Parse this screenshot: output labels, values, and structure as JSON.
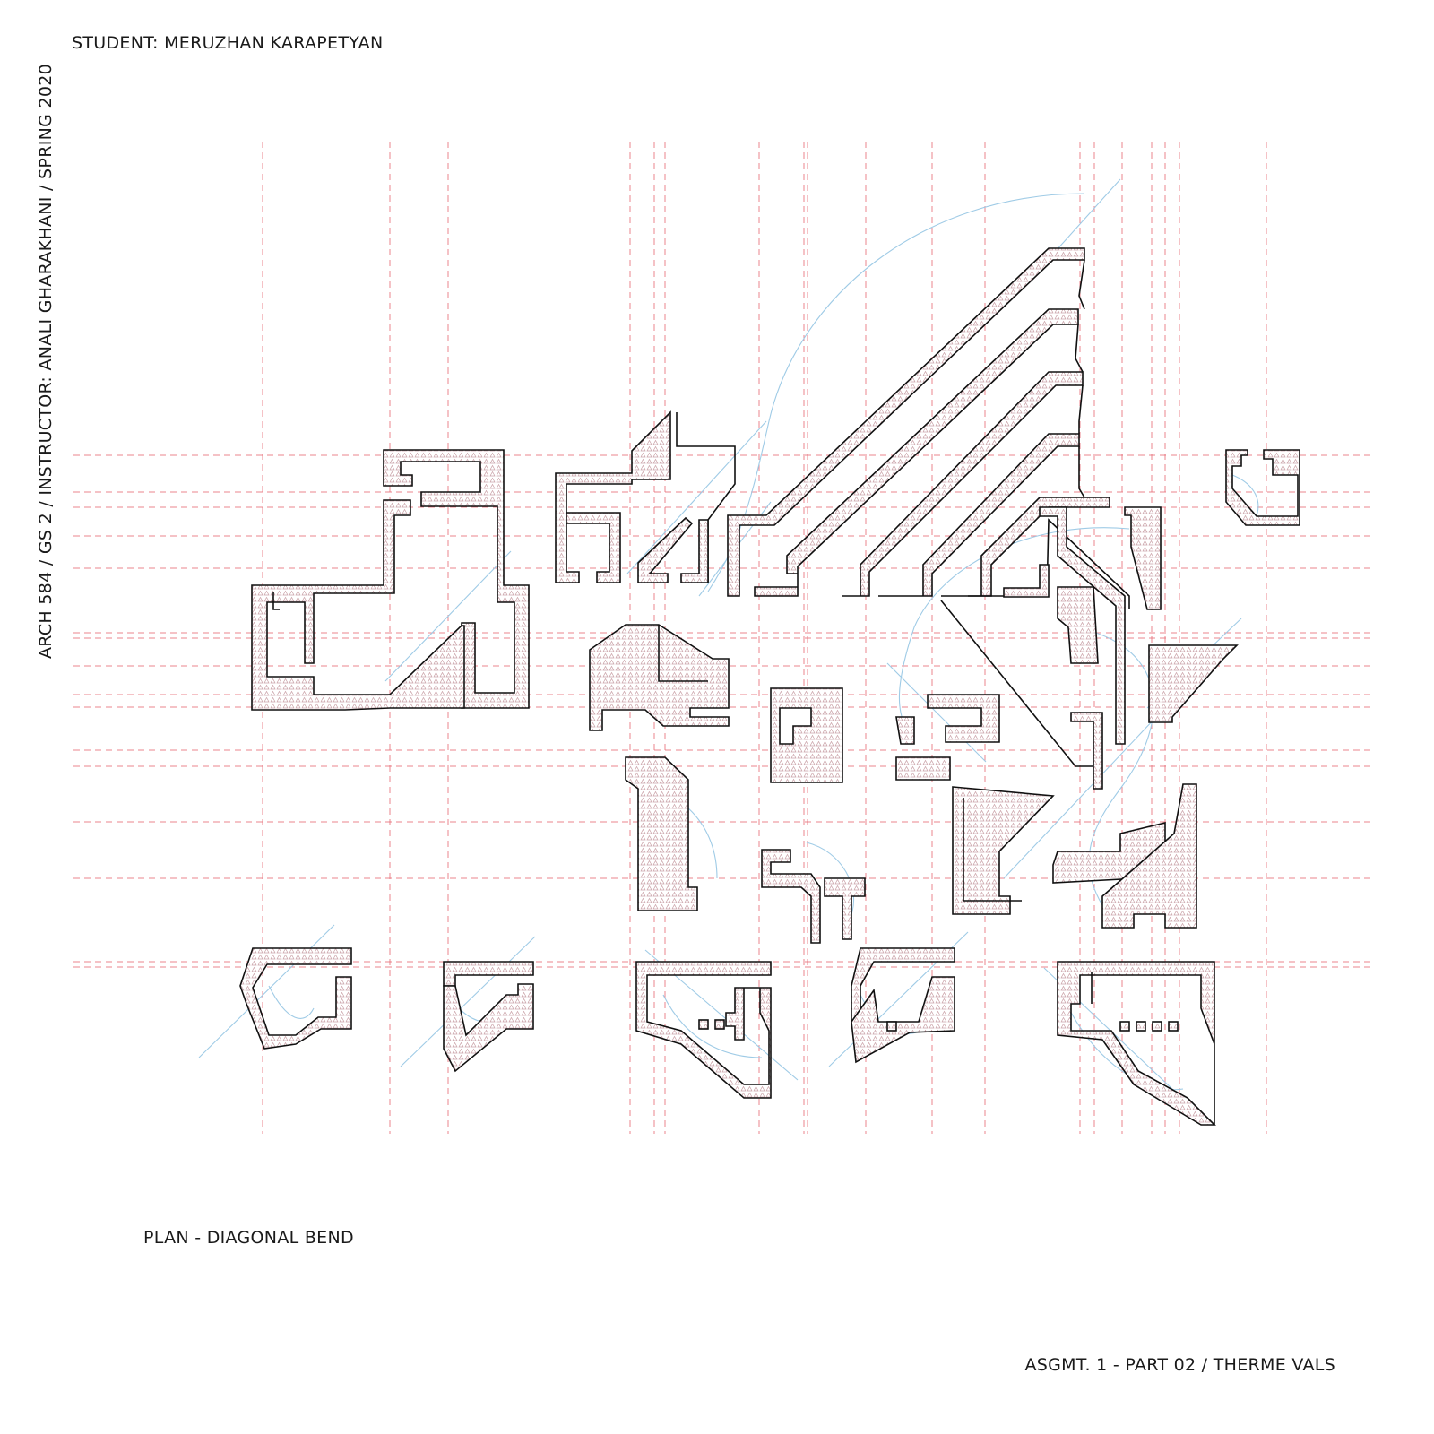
{
  "labels": {
    "student": "STUDENT: MERUZHAN KARAPETYAN",
    "course": "ARCH 584 / GS 2 / INSTRUCTOR: ANALI GHARAKHANI / SPRING 2020",
    "plan_title": "PLAN - DIAGONAL BEND",
    "assignment": "ASGMT. 1 - PART 02 / THERME VALS"
  },
  "colors": {
    "grid_lines": "#e8707a",
    "regulating_lines": "#9fcbe6",
    "walls": "#111111",
    "hatch": "#c9a0a6"
  }
}
